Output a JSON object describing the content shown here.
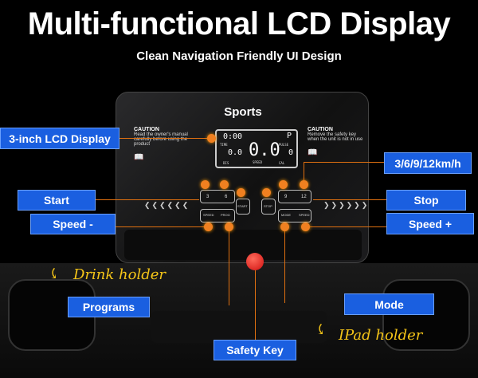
{
  "header": {
    "title": "Multi-functional LCD Display",
    "subtitle": "Clean Navigation Friendly UI Design"
  },
  "console": {
    "brand": "Sports",
    "caution_left": {
      "title": "CAUTION",
      "text": "Read the owner's manual carefully before using the product"
    },
    "caution_right": {
      "title": "CAUTION",
      "text": "Remove the safety key when the unit is not in use"
    },
    "lcd": {
      "time": "0:00",
      "time_label": "TIME",
      "program": "P",
      "pulse_label": "PULSE",
      "speed": "0.0",
      "speed_label": "SPEED",
      "distance": "0.0",
      "distance_label": "DIS",
      "calories": "0",
      "calories_label": "CAL"
    },
    "buttons": {
      "b3": "3",
      "b6": "6",
      "b9": "9",
      "b12": "12",
      "start": "START",
      "stop": "STOP",
      "speed_minus": "SPEED",
      "prog": "PROG",
      "mode": "MODE",
      "speed_plus": "SPEED"
    }
  },
  "callouts": {
    "lcd": "3-inch LCD Display",
    "quick_speeds": "3/6/9/12km/h",
    "start": "Start",
    "stop": "Stop",
    "speed_minus": "Speed -",
    "speed_plus": "Speed +",
    "programs": "Programs",
    "mode": "Mode",
    "safety_key": "Safety Key",
    "drink_holder": "Drink holder",
    "ipad_holder": "IPad holder"
  }
}
